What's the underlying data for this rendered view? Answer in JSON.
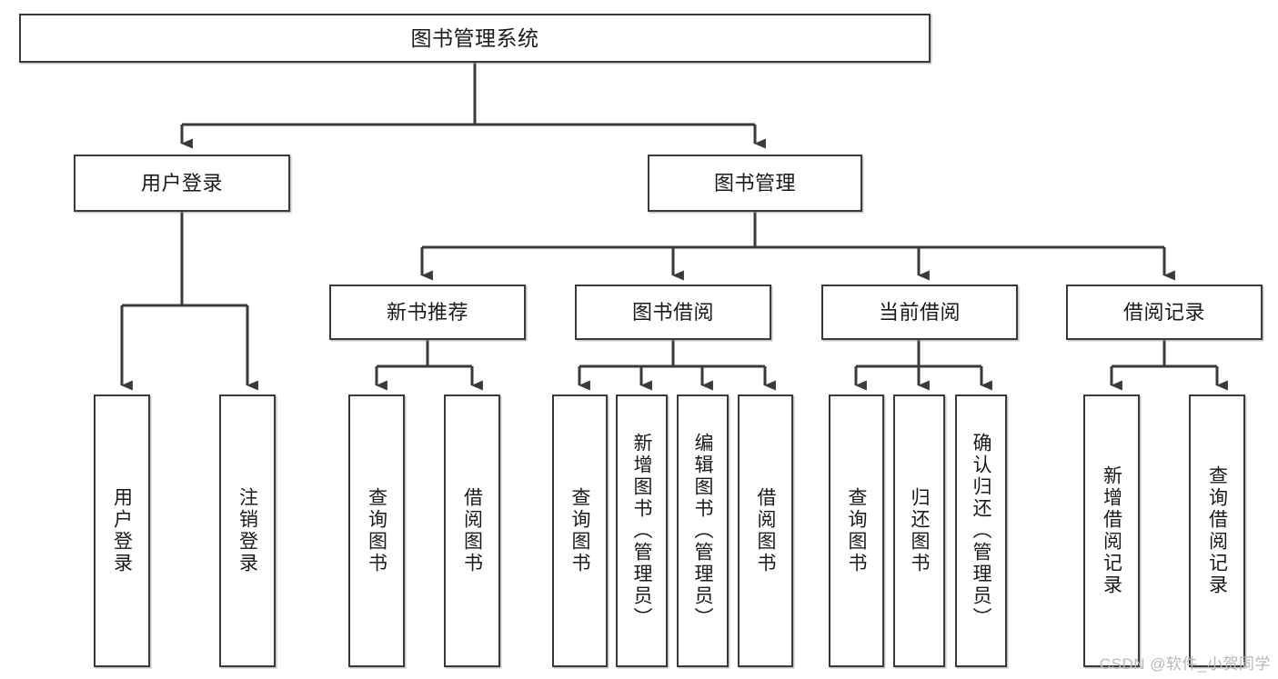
{
  "diagram": {
    "type": "tree-hierarchy",
    "title_node": {
      "label": "图书管理系统"
    },
    "level2": [
      {
        "id": "user-login",
        "label": "用户登录"
      },
      {
        "id": "book-management",
        "label": "图书管理"
      }
    ],
    "level3": [
      {
        "id": "new-book-recommend",
        "label": "新书推荐"
      },
      {
        "id": "book-borrow",
        "label": "图书借阅"
      },
      {
        "id": "current-borrow",
        "label": "当前借阅"
      },
      {
        "id": "borrow-record",
        "label": "借阅记录"
      }
    ],
    "leaves": {
      "user_login": [
        {
          "id": "leaf-user-login",
          "label": "用户登录"
        },
        {
          "id": "leaf-logout-login",
          "label": "注销登录"
        }
      ],
      "new_book_recommend": [
        {
          "id": "leaf-query-book-1",
          "label": "查询图书"
        },
        {
          "id": "leaf-borrow-book-1",
          "label": "借阅图书"
        }
      ],
      "book_borrow": [
        {
          "id": "leaf-query-book-2",
          "label": "查询图书"
        },
        {
          "id": "leaf-add-book",
          "label": "新增图书（管理员）"
        },
        {
          "id": "leaf-edit-book",
          "label": "编辑图书（管理员）"
        },
        {
          "id": "leaf-borrow-book-2",
          "label": "借阅图书"
        }
      ],
      "current_borrow": [
        {
          "id": "leaf-query-book-3",
          "label": "查询图书"
        },
        {
          "id": "leaf-return-book",
          "label": "归还图书"
        },
        {
          "id": "leaf-confirm-return",
          "label": "确认归还（管理员）"
        }
      ],
      "borrow_record": [
        {
          "id": "leaf-add-record",
          "label": "新增借阅记录"
        },
        {
          "id": "leaf-query-record",
          "label": "查询借阅记录"
        }
      ]
    }
  },
  "watermark": {
    "text": "CSDN @软件_小贺同学"
  },
  "colors": {
    "border": "#3a3a3a",
    "background": "#ffffff",
    "text": "#1a1a1a",
    "edge": "#3a3a3a",
    "watermark": "#b9b9b9"
  }
}
